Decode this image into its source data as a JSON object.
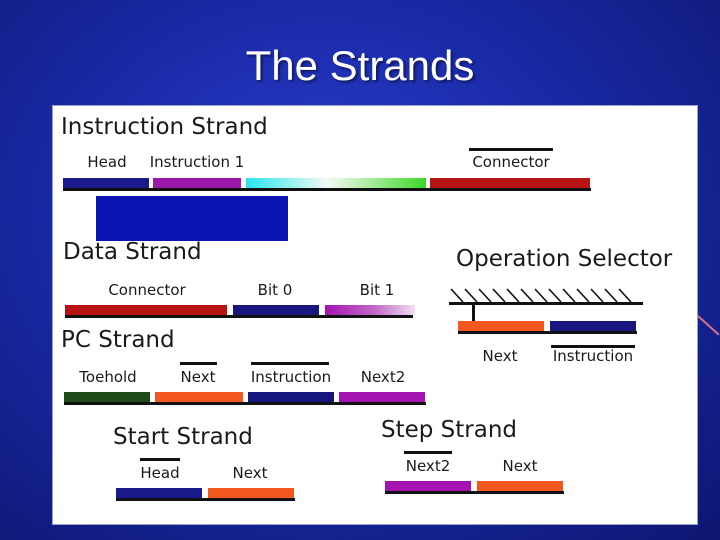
{
  "title": "The Strands",
  "colors": {
    "head": "#1a1a8c",
    "instruction": "#9a18a8",
    "connector": "#b81313",
    "toehold": "#1f4a1a",
    "next": "#f2581e",
    "next2": "#a414b0",
    "bit": "#16167e",
    "cover_block": "#0a14b0"
  },
  "instruction_strand": {
    "heading": "Instruction Strand",
    "labels": {
      "head": "Head",
      "instruction1": "Instruction 1",
      "connector": "Connector"
    }
  },
  "data_strand": {
    "heading": "Data Strand",
    "labels": {
      "connector": "Connector",
      "bit0": "Bit 0",
      "bit1": "Bit 1"
    }
  },
  "pc_strand": {
    "heading": "PC Strand",
    "labels": {
      "toehold": "Toehold",
      "next": "Next",
      "instruction": "Instruction",
      "next2": "Next2"
    }
  },
  "operation_selector": {
    "heading": "Operation Selector",
    "labels": {
      "next": "Next",
      "instruction": "Instruction"
    }
  },
  "start_strand": {
    "heading": "Start Strand",
    "labels": {
      "head": "Head",
      "next": "Next"
    }
  },
  "step_strand": {
    "heading": "Step Strand",
    "labels": {
      "next2": "Next2",
      "next": "Next"
    }
  }
}
